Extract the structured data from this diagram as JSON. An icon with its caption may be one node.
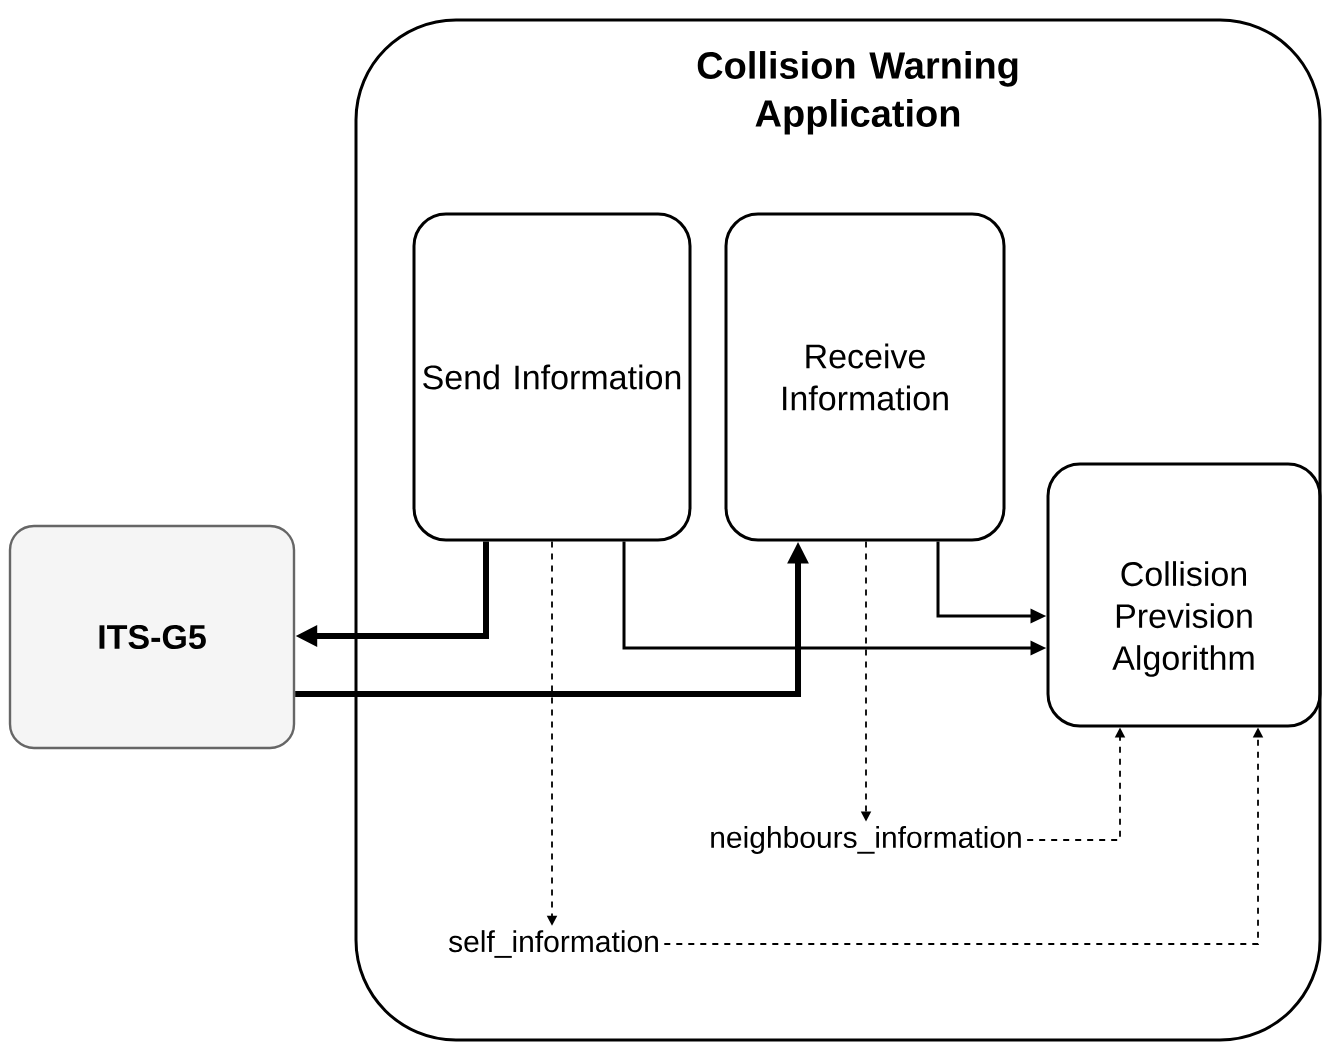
{
  "diagram": {
    "nodes": [
      {
        "text": [
          "ITS-G5"
        ]
      },
      {
        "text": [
          "Collision Warning Application"
        ]
      },
      {
        "text": [
          "Send Information"
        ],
        "in": 1
      },
      {
        "text": [
          "Receive Information"
        ],
        "in": 1
      },
      {
        "text": [
          "Collision Prevision Algorithm"
        ],
        "in": 1
      },
      {
        "text": [
          "neighbours_information"
        ],
        "in": 1
      },
      {
        "text": [
          "self_information"
        ],
        "in": 1
      }
    ],
    "edges": [
      {
        "from": 2,
        "to": 0,
        "arrow": "to",
        "style": "thick"
      },
      {
        "from": 0,
        "to": 3,
        "arrow": "to",
        "style": "thick"
      },
      {
        "from": 2,
        "to": 4,
        "arrow": "to"
      },
      {
        "from": 3,
        "to": 4,
        "arrow": "to"
      },
      {
        "from": 2,
        "to": 6,
        "arrow": "to",
        "style": "dashed"
      },
      {
        "from": 3,
        "to": 5,
        "arrow": "to",
        "style": "dashed"
      },
      {
        "from": 5,
        "to": 4,
        "arrow": "to",
        "style": "dashed"
      },
      {
        "from": 6,
        "to": 4,
        "arrow": "to",
        "style": "dashed"
      }
    ]
  }
}
